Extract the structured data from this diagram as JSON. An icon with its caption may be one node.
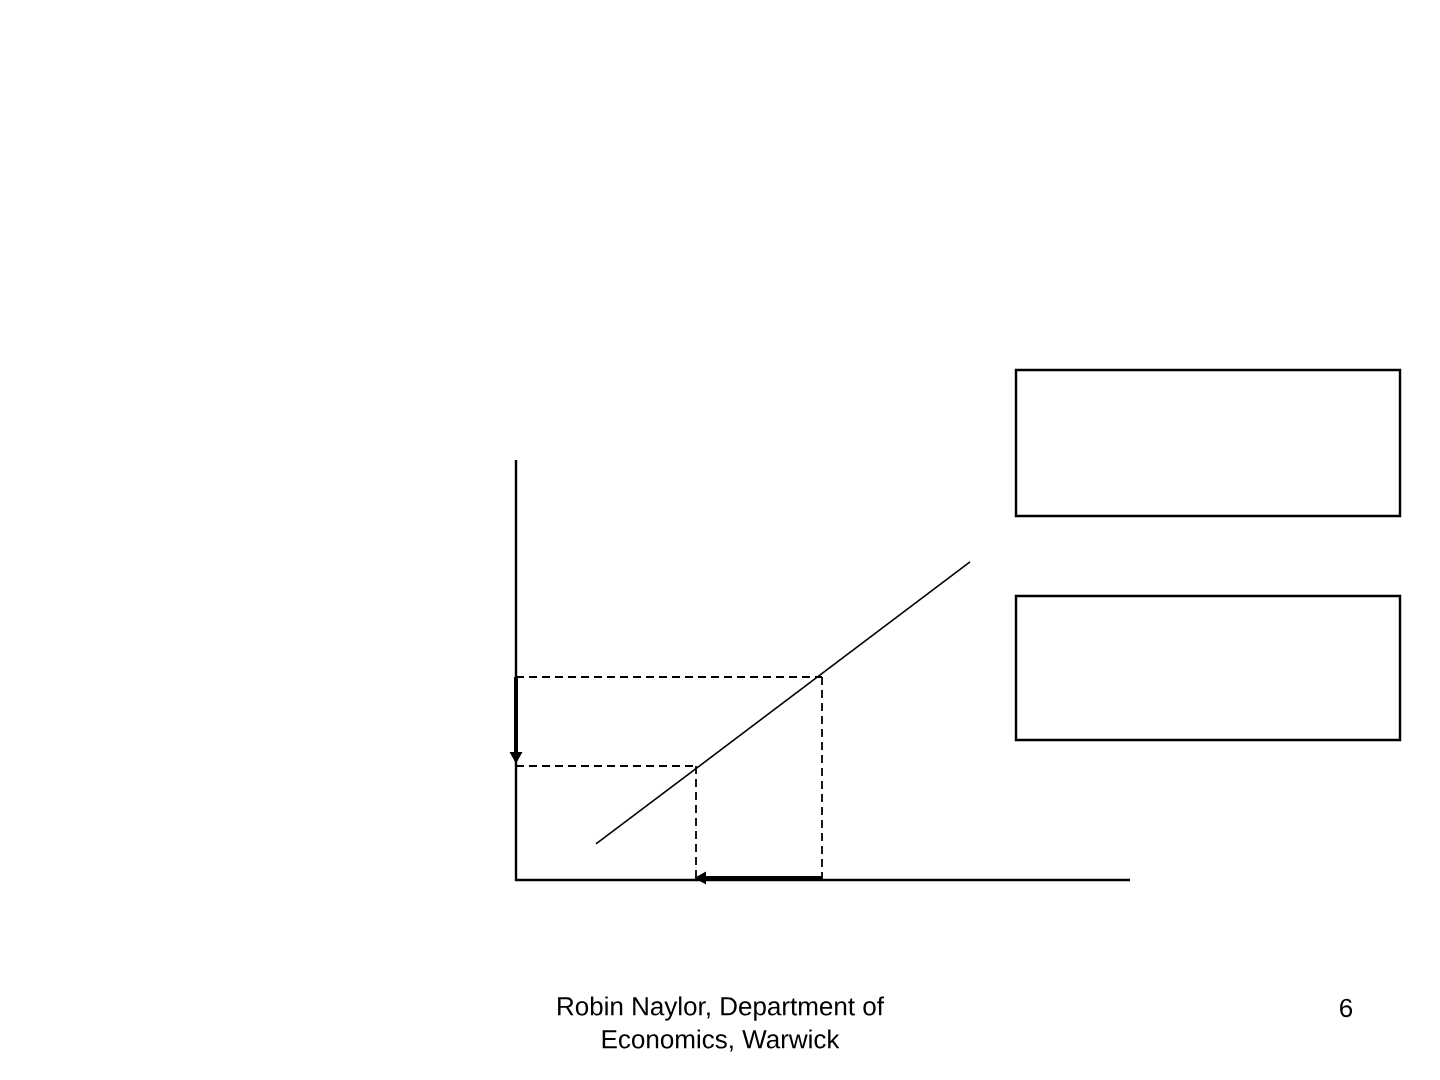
{
  "diagram": {
    "nodes": [
      {
        "text": [],
        "shape": "box"
      },
      {
        "text": [],
        "shape": "box"
      }
    ],
    "labels": [
      "Robin Naylor, Department of Economics, Warwick",
      "6"
    ]
  }
}
